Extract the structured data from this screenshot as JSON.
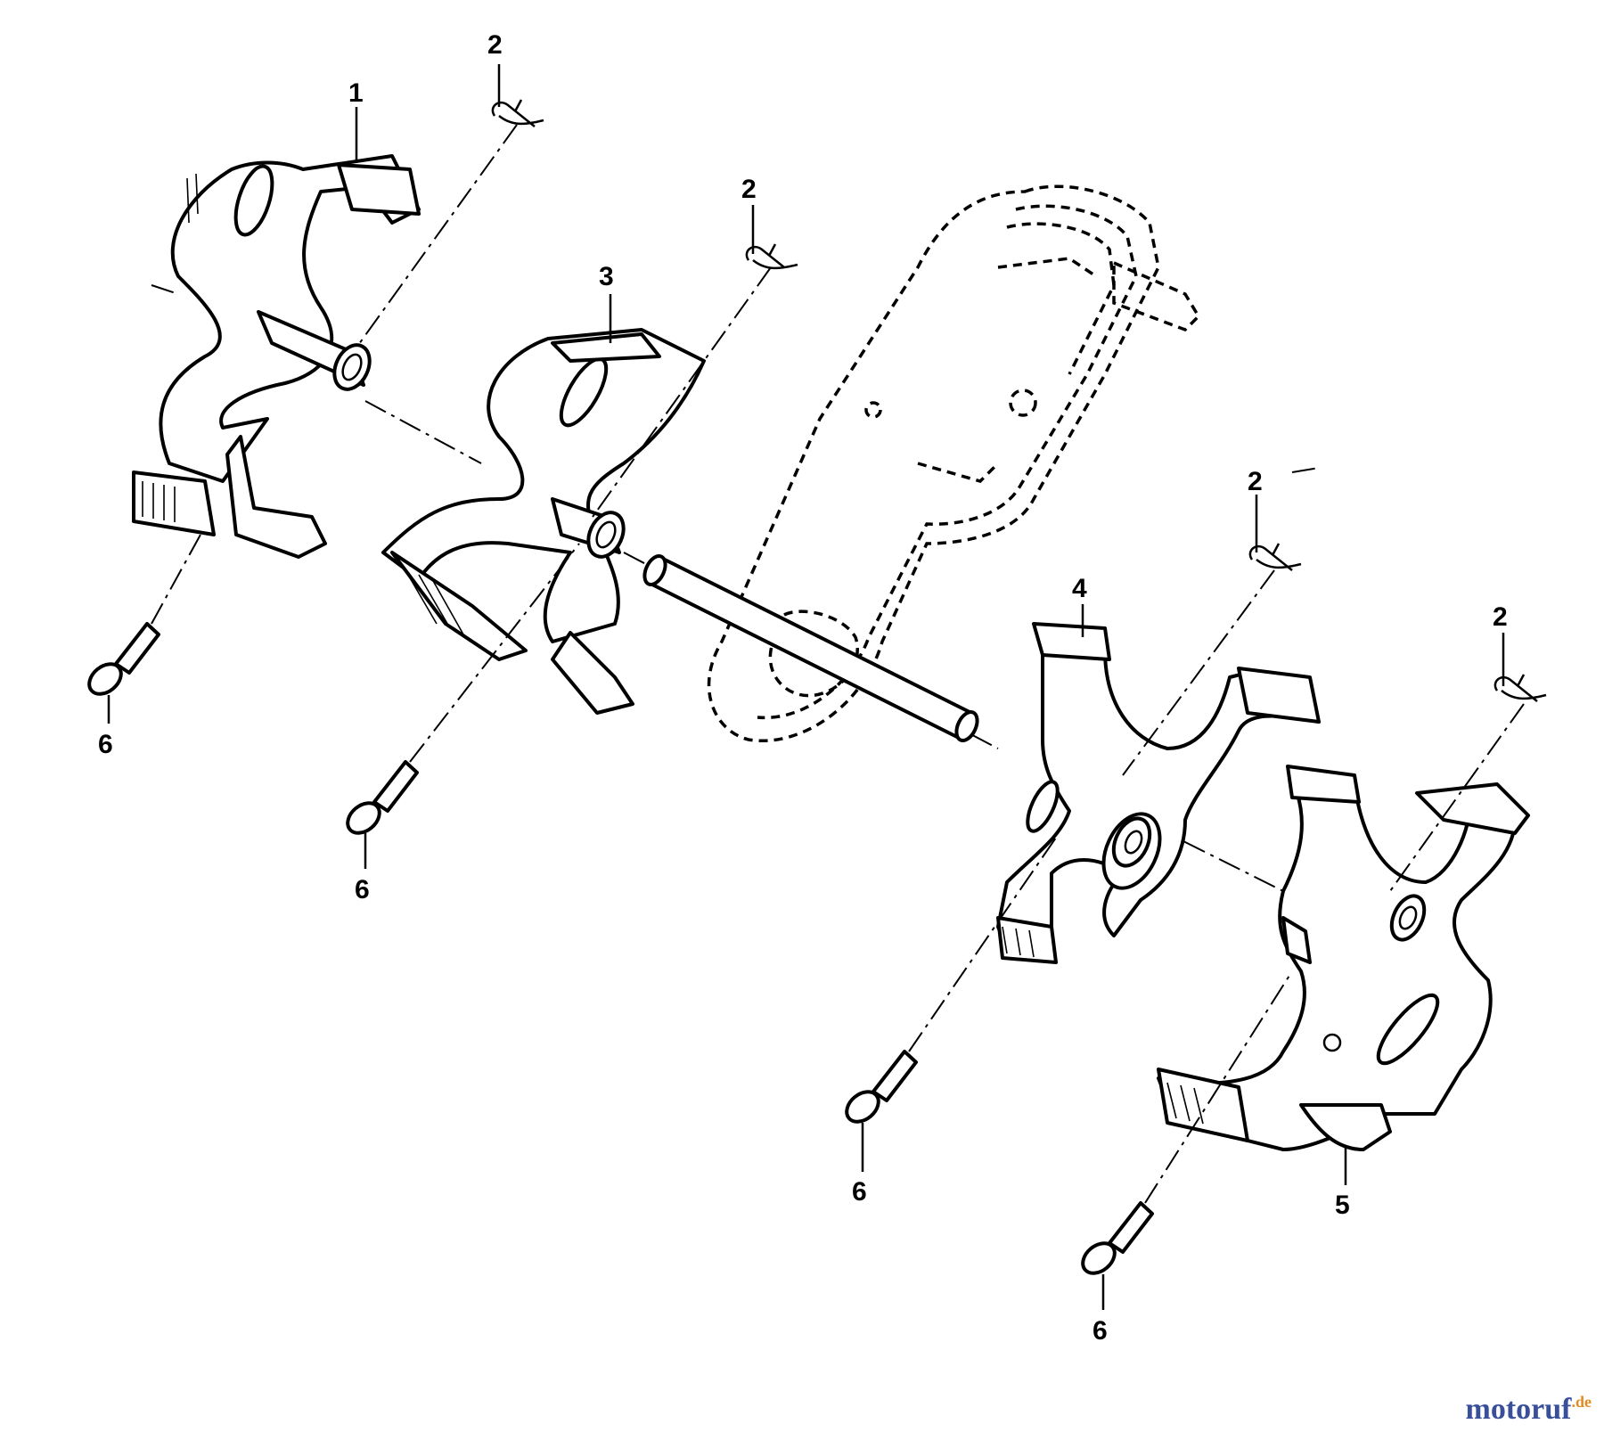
{
  "callouts": {
    "c1": "1",
    "c2a": "2",
    "c2b": "2",
    "c2c": "2",
    "c2d": "2",
    "c3": "3",
    "c4": "4",
    "c5": "5",
    "c6a": "6",
    "c6b": "6",
    "c6c": "6",
    "c6d": "6"
  },
  "watermark": {
    "text": "motoruf",
    "suffix": ".de"
  },
  "colors": {
    "ink": "#000000",
    "paper": "#ffffff",
    "watermark_blue": "#3a4f9a",
    "watermark_orange": "#e58a1f"
  }
}
